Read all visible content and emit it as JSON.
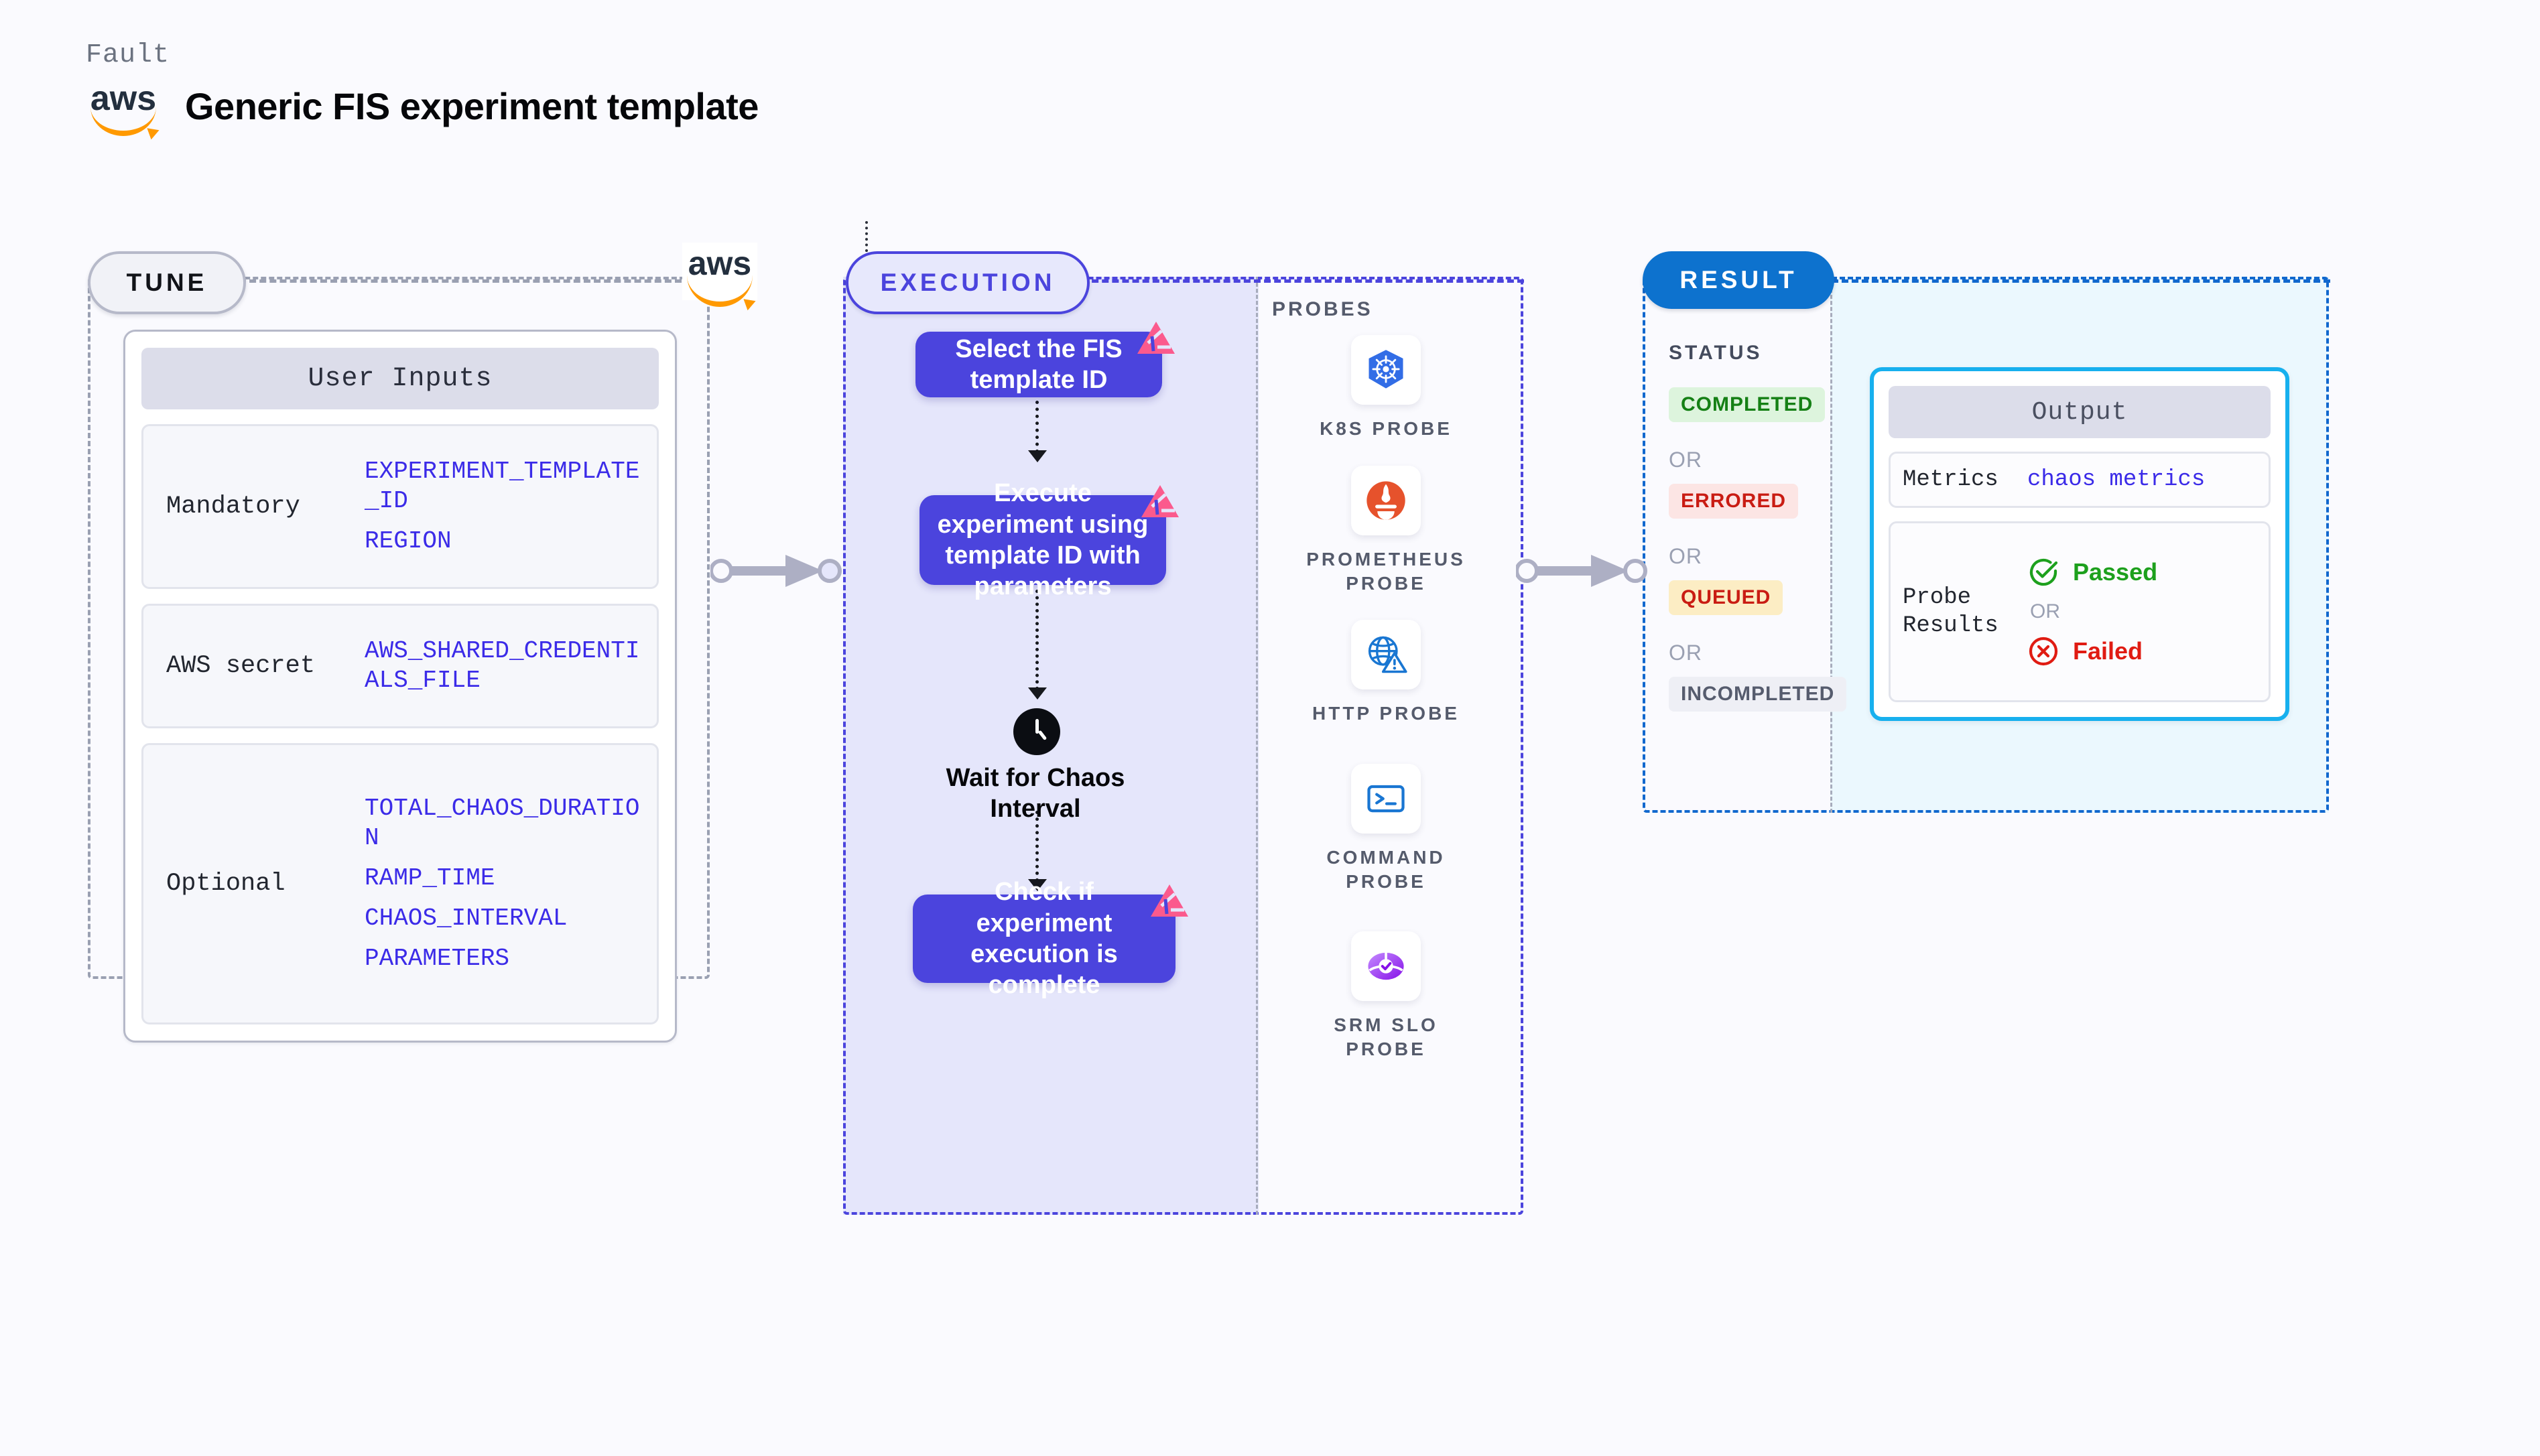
{
  "header": {
    "eyebrow": "Fault",
    "title": "Generic FIS experiment template",
    "logo_name": "aws-logo"
  },
  "stages": {
    "tune": {
      "label": "TUNE"
    },
    "execution": {
      "label": "EXECUTION"
    },
    "result": {
      "label": "RESULT"
    }
  },
  "tune": {
    "card_title": "User Inputs",
    "groups": [
      {
        "label": "Mandatory",
        "vars": [
          "EXPERIMENT_TEMPLATE_ID",
          "REGION"
        ]
      },
      {
        "label": "AWS secret",
        "vars": [
          "AWS_SHARED_CREDENTIALS_FILE"
        ]
      },
      {
        "label": "Optional",
        "vars": [
          "TOTAL_CHAOS_DURATION",
          "RAMP_TIME",
          "CHAOS_INTERVAL",
          "PARAMETERS"
        ]
      }
    ]
  },
  "execution": {
    "steps": [
      {
        "text": "Select the FIS template ID",
        "badge": "litmus-badge-icon"
      },
      {
        "text": "Execute experiment using template ID with parameters",
        "badge": "litmus-badge-icon"
      },
      {
        "text": "Wait for Chaos Interval",
        "icon": "clock-icon"
      },
      {
        "text": "Check if experiment execution is complete",
        "badge": "litmus-badge-icon"
      }
    ]
  },
  "probes": {
    "title": "PROBES",
    "items": [
      {
        "label": "K8S PROBE",
        "icon": "kubernetes-icon"
      },
      {
        "label": "PROMETHEUS PROBE",
        "icon": "prometheus-icon"
      },
      {
        "label": "HTTP PROBE",
        "icon": "http-globe-warning-icon"
      },
      {
        "label": "COMMAND PROBE",
        "icon": "terminal-icon"
      },
      {
        "label": "SRM SLO PROBE",
        "icon": "srm-slo-icon"
      }
    ]
  },
  "result": {
    "status_title": "STATUS",
    "or_label": "OR",
    "statuses": [
      {
        "label": "COMPLETED",
        "bg": "#DDF4DD",
        "fg": "#158015"
      },
      {
        "label": "ERRORED",
        "bg": "#FCE5E4",
        "fg": "#C91C13"
      },
      {
        "label": "QUEUED",
        "bg": "#FCEDC4",
        "fg": "#C91C13"
      },
      {
        "label": "INCOMPLETED",
        "bg": "#EEEFF5",
        "fg": "#565C6E"
      }
    ],
    "output": {
      "card_title": "Output",
      "metrics_label": "Metrics",
      "metrics_value": "chaos metrics",
      "probe_results_label": "Probe Results",
      "passed_label": "Passed",
      "failed_label": "Failed",
      "or_label": "OR"
    }
  },
  "colors": {
    "page_bg": "#FAFAFE",
    "tune_border": "#9AA0B2",
    "execution_accent": "#4B44DD",
    "execution_fill": "#E5E6FB",
    "result_accent": "#1168CE",
    "result_fill": "#EBF8FE",
    "output_border": "#17B0EE",
    "variable_text": "#3B2BE8",
    "litmus_pink": "#FB5A8D",
    "aws_orange": "#FF9900"
  }
}
